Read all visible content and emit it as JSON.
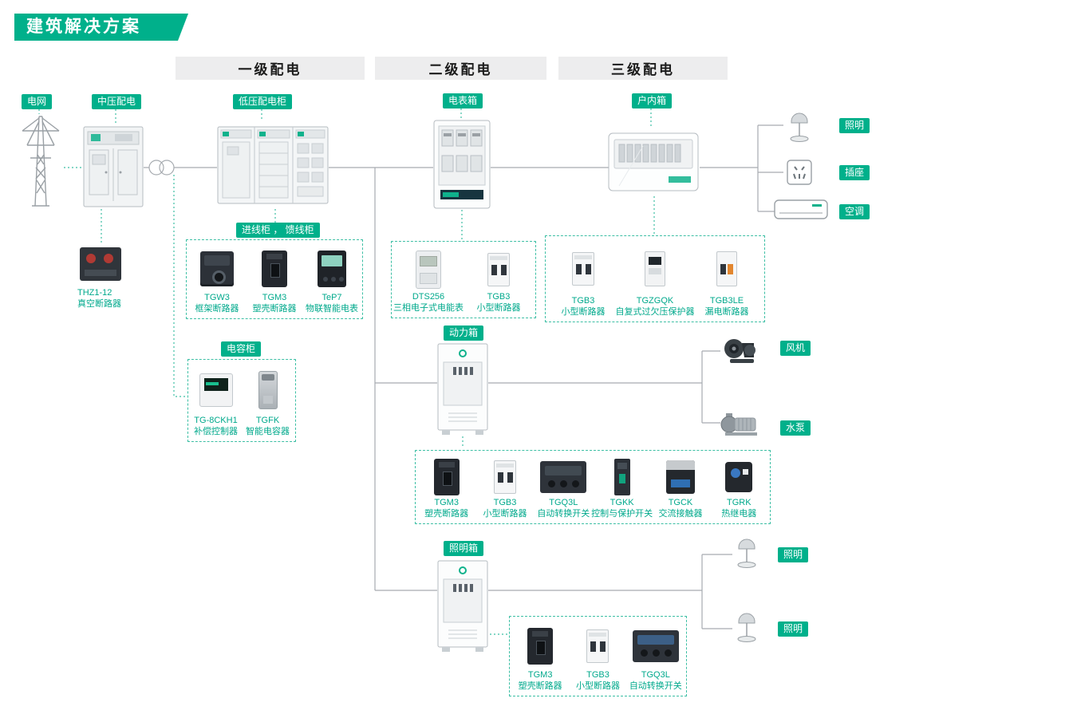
{
  "title": "建筑解决方案",
  "headers": [
    {
      "label": "一级配电"
    },
    {
      "label": "二级配电"
    },
    {
      "label": "三级配电"
    }
  ],
  "labels": {
    "grid": "电网",
    "mv": "中压配电",
    "lv": "低压配电柜",
    "meter_box": "电表箱",
    "indoor_box": "户内箱",
    "incoming_feeder": "进线柜 ， 馈线柜",
    "capacitor": "电容柜",
    "power_box": "动力箱",
    "lighting_box": "照明箱"
  },
  "loads": {
    "lighting_top": "照明",
    "socket": "插座",
    "ac": "空调",
    "fan": "风机",
    "pump": "水泵",
    "lighting_mid": "照明",
    "lighting_bottom": "照明"
  },
  "standalone": {
    "model": "THZ1-12",
    "desc": "真空断路器"
  },
  "groups": {
    "incoming": [
      {
        "model": "TGW3",
        "desc": "框架断路器"
      },
      {
        "model": "TGM3",
        "desc": "塑壳断路器"
      },
      {
        "model": "TeP7",
        "desc": "物联智能电表"
      }
    ],
    "capacitor": [
      {
        "model": "TG-8CKH1",
        "desc": "补偿控制器"
      },
      {
        "model": "TGFK",
        "desc": "智能电容器"
      }
    ],
    "meter": [
      {
        "model": "DTS256",
        "desc": "三相电子式电能表"
      },
      {
        "model": "TGB3",
        "desc": "小型断路器"
      }
    ],
    "indoor": [
      {
        "model": "TGB3",
        "desc": "小型断路器"
      },
      {
        "model": "TGZGQK",
        "desc": "自复式过欠压保护器"
      },
      {
        "model": "TGB3LE",
        "desc": "漏电断路器"
      }
    ],
    "power": [
      {
        "model": "TGM3",
        "desc": "塑壳断路器"
      },
      {
        "model": "TGB3",
        "desc": "小型断路器"
      },
      {
        "model": "TGQ3L",
        "desc": "自动转换开关"
      },
      {
        "model": "TGKK",
        "desc": "控制与保护开关"
      },
      {
        "model": "TGCK",
        "desc": "交流接触器"
      },
      {
        "model": "TGRK",
        "desc": "热继电器"
      }
    ],
    "lighting": [
      {
        "model": "TGM3",
        "desc": "塑壳断路器"
      },
      {
        "model": "TGB3",
        "desc": "小型断路器"
      },
      {
        "model": "TGQ3L",
        "desc": "自动转换开关"
      }
    ]
  },
  "icons": {
    "transformer-icon": "two-overlapping-circles",
    "grid-tower-icon": "lattice-transmission-tower",
    "lamp-icon": "table-lamp",
    "socket-icon": "wall-socket",
    "ac-icon": "air-conditioner",
    "fan-icon": "blower-fan",
    "pump-icon": "water-pump"
  },
  "colors": {
    "brand_green": "#00b08b",
    "teal_text": "#00a98c",
    "dashed_border": "#3cbfa4",
    "line_gray": "#a6abb0",
    "header_bg": "#ededee"
  }
}
